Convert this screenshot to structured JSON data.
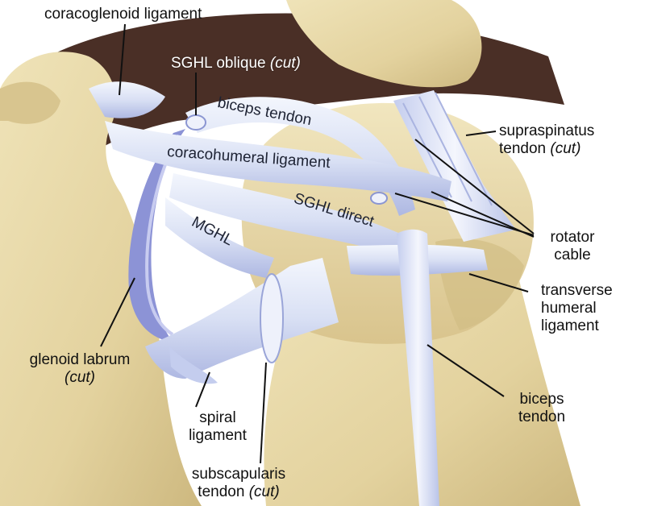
{
  "colors": {
    "background": "#ffffff",
    "bone": "#e6d7a6",
    "bone_shadow": "#c6b27a",
    "joint_space": "#4a2f26",
    "ligament": "#dfe6f6",
    "ligament_shade": "#a9b5e0",
    "labrum": "#8c93d6",
    "leader_line": "#111111",
    "text": "#111111"
  },
  "labels": {
    "coracoglenoid": {
      "text": "coracoglenoid ligament"
    },
    "sghl_oblique": {
      "text": "SGHL oblique",
      "qualifier": "(cut)"
    },
    "biceps_tendon_upper": {
      "text": "biceps tendon"
    },
    "coracohumeral": {
      "text": "coracohumeral ligament"
    },
    "sghl_direct": {
      "text": "SGHL direct"
    },
    "mghl": {
      "text": "MGHL"
    },
    "supraspinatus": {
      "line1": "supraspinatus",
      "line2": "tendon",
      "qualifier": "(cut)"
    },
    "rotator_cable": {
      "line1": "rotator",
      "line2": "cable"
    },
    "transverse_humeral": {
      "line1": "transverse",
      "line2": "humeral",
      "line3": "ligament"
    },
    "glenoid_labrum": {
      "line1": "glenoid labrum",
      "qualifier": "(cut)"
    },
    "biceps_tendon_lower": {
      "line1": "biceps",
      "line2": "tendon"
    },
    "spiral_ligament": {
      "line1": "spiral",
      "line2": "ligament"
    },
    "subscapularis": {
      "line1": "subscapularis",
      "line2": "tendon",
      "qualifier": "(cut)"
    }
  }
}
